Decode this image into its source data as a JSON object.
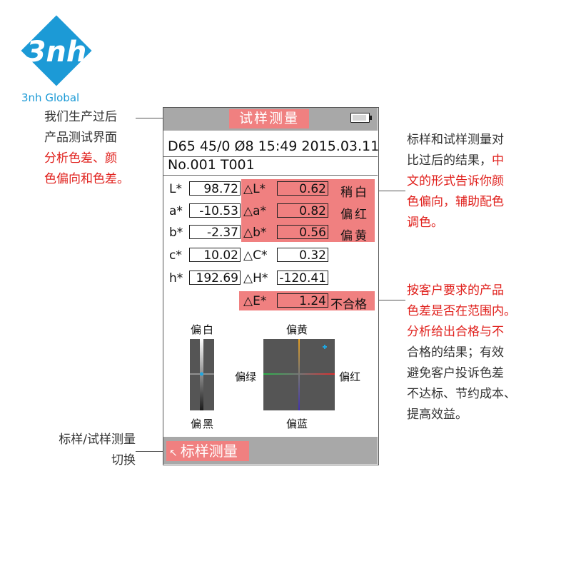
{
  "logo": {
    "mark_text": "3nh",
    "caption": "3nh Global",
    "color": "#1c9ad6"
  },
  "annotations": {
    "top_left": {
      "lines": [
        "我们生产过后",
        "产品测试界面"
      ],
      "red_lines": [
        "分析色差、颜",
        "色偏向和色差。"
      ]
    },
    "top_right": {
      "lines": [
        "标样和试样测量对",
        "比过后的结果，"
      ],
      "red_inline": "中",
      "red_lines": [
        "文的形式告诉你颜",
        "色偏向，辅助配色",
        "调色。"
      ]
    },
    "middle_right": {
      "red_lines": [
        "按客户要求的产品",
        "色差是否在范围内。",
        "分析给出合格与不"
      ],
      "lines": [
        "合格的结果；有效",
        "避免客户投诉色差",
        "不达标、节约成本、",
        "提高效益。"
      ]
    },
    "bottom_left": {
      "lines": [
        "标样/试样测量",
        "切换"
      ]
    }
  },
  "screen": {
    "title": "试样测量",
    "header": "D65 45/0 Ø8 15:49 2015.03.11",
    "sample": "No.001  T001",
    "rows": [
      {
        "label": "L*",
        "value": "98.72",
        "dlabel": "△L*",
        "dvalue": "0.62",
        "desc": "稍白",
        "highlight": true
      },
      {
        "label": "a*",
        "value": "-10.53",
        "dlabel": "△a*",
        "dvalue": "0.82",
        "desc": "偏红",
        "highlight": true
      },
      {
        "label": "b*",
        "value": "-2.37",
        "dlabel": "△b*",
        "dvalue": "0.56",
        "desc": "偏黄",
        "highlight": true
      },
      {
        "label": "c*",
        "value": "10.02",
        "dlabel": "△C*",
        "dvalue": "0.32",
        "desc": "",
        "highlight": false
      },
      {
        "label": "h*",
        "value": "192.69",
        "dlabel": "△H*",
        "dvalue": "-120.41",
        "desc": "",
        "highlight": false
      }
    ],
    "de": {
      "label": "△E*",
      "value": "1.24",
      "result": "不合格"
    },
    "bar": {
      "top_label": "偏白",
      "bottom_label": "偏黑"
    },
    "plane": {
      "top_label": "偏黄",
      "bottom_label": "偏蓝",
      "left_label": "偏绿",
      "right_label": "偏红"
    },
    "switch_label": "标样测量",
    "highlight_color": "#f08080",
    "marker_color": "#1ea6e0"
  }
}
